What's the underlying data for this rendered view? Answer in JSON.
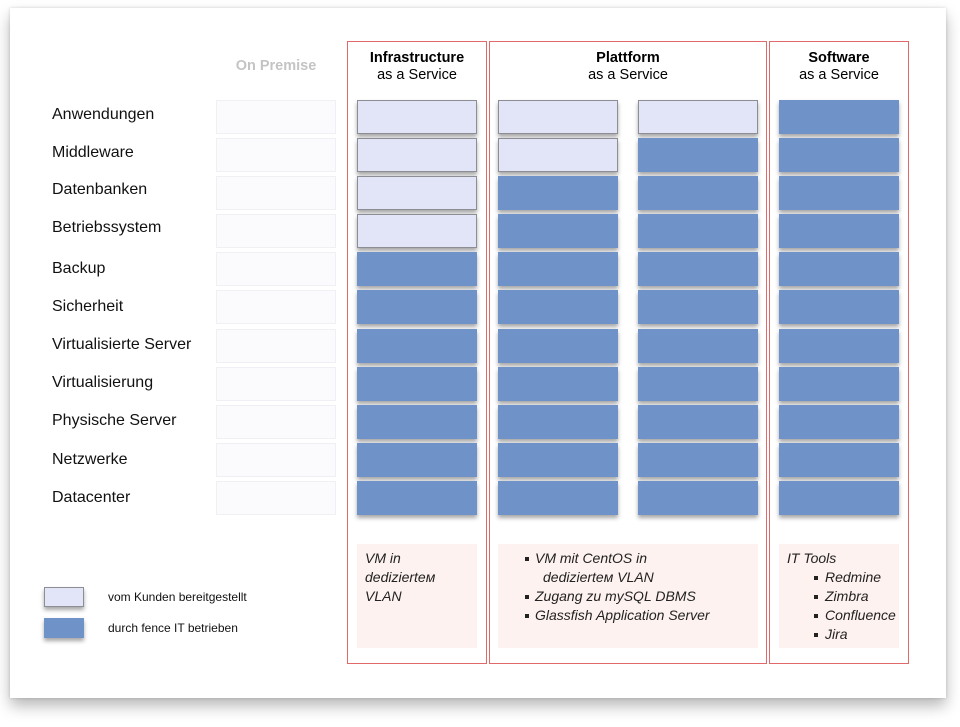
{
  "colors": {
    "customer_fill": "#e2e4f7",
    "fence_fill": "#6f93c8",
    "group_border": "#e06a6a",
    "note_bg": "#fdf2ef"
  },
  "on_premise": {
    "title": "On Premise"
  },
  "rows": [
    "Anwendungen",
    "Middleware",
    "Datenbanken",
    "Betriebssystem",
    "Backup",
    "Sicherheit",
    "Virtualisierte Server",
    "Virtualisierung",
    "Physische Server",
    "Netzwerke",
    "Datacenter"
  ],
  "groups": {
    "iaas": {
      "title": "Infrastructure",
      "subtitle": "as a Service"
    },
    "paas": {
      "title": "Plattform",
      "subtitle": "as a Service"
    },
    "saas": {
      "title": "Software",
      "subtitle": "as a Service"
    }
  },
  "columns": {
    "iaas": [
      "customer",
      "customer",
      "customer",
      "customer",
      "fence",
      "fence",
      "fence",
      "fence",
      "fence",
      "fence",
      "fence"
    ],
    "paas1": [
      "customer",
      "customer",
      "fence",
      "fence",
      "fence",
      "fence",
      "fence",
      "fence",
      "fence",
      "fence",
      "fence"
    ],
    "paas2": [
      "customer",
      "fence",
      "fence",
      "fence",
      "fence",
      "fence",
      "fence",
      "fence",
      "fence",
      "fence",
      "fence"
    ],
    "saas": [
      "fence",
      "fence",
      "fence",
      "fence",
      "fence",
      "fence",
      "fence",
      "fence",
      "fence",
      "fence",
      "fence"
    ]
  },
  "notes": {
    "iaas": [
      "VM in",
      "dedizierteм",
      "VLAN"
    ],
    "paas": [
      "VM mit CentOS in",
      "dedizierteм VLAN",
      "Zugang zu mySQL DBMS",
      "Glassfish Application Server"
    ],
    "saas": {
      "heading": "IT Tools",
      "items": [
        "Redmine",
        "Zimbra",
        "Confluence",
        "Jira"
      ]
    }
  },
  "legend": {
    "customer": "vom Kunden bereitgestellt",
    "fence": "durch fence IT betrieben"
  }
}
